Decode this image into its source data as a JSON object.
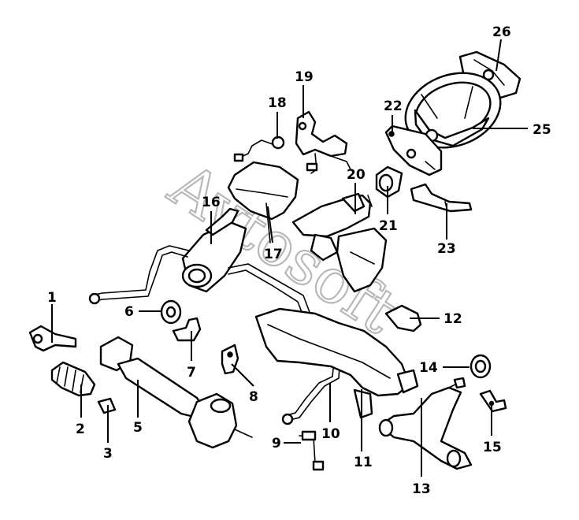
{
  "watermark": "Avtosoft",
  "callouts": [
    {
      "id": "1",
      "label": "1"
    },
    {
      "id": "2",
      "label": "2"
    },
    {
      "id": "3",
      "label": "3"
    },
    {
      "id": "5",
      "label": "5"
    },
    {
      "id": "6",
      "label": "6"
    },
    {
      "id": "7",
      "label": "7"
    },
    {
      "id": "8",
      "label": "8"
    },
    {
      "id": "9",
      "label": "9"
    },
    {
      "id": "10",
      "label": "10"
    },
    {
      "id": "11",
      "label": "11"
    },
    {
      "id": "12",
      "label": "12"
    },
    {
      "id": "13",
      "label": "13"
    },
    {
      "id": "14",
      "label": "14"
    },
    {
      "id": "15",
      "label": "15"
    },
    {
      "id": "16",
      "label": "16"
    },
    {
      "id": "17",
      "label": "17"
    },
    {
      "id": "18",
      "label": "18"
    },
    {
      "id": "19",
      "label": "19"
    },
    {
      "id": "20",
      "label": "20"
    },
    {
      "id": "21",
      "label": "21"
    },
    {
      "id": "22",
      "label": "22"
    },
    {
      "id": "23",
      "label": "23"
    },
    {
      "id": "25",
      "label": "25"
    },
    {
      "id": "26",
      "label": "26"
    }
  ]
}
